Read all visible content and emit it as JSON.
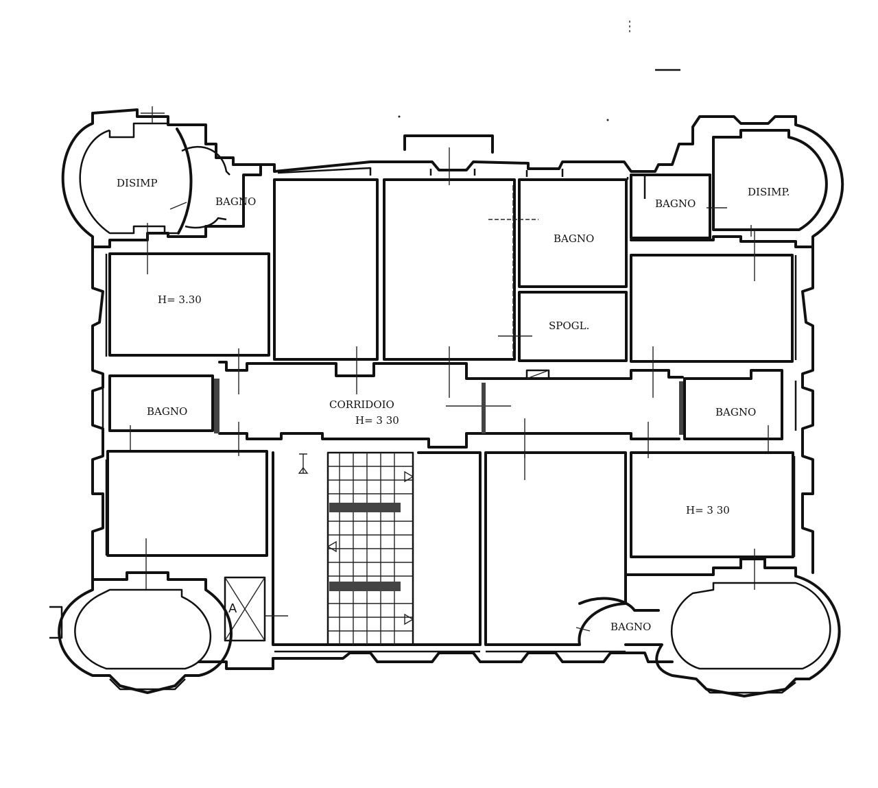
{
  "rooms": {
    "disimp_left": "DISIMP",
    "bagno_top_left": "BAGNO",
    "disimp_right": "DISIMP.",
    "bagno_top_right": "BAGNO",
    "bagno_center_top": "BAGNO",
    "spogl": "SPOGL.",
    "height_top_left": "H= 3.30",
    "bagno_mid_left": "BAGNO",
    "corridoio": "CORRIDOIO",
    "corridoio_height": "H= 3 30",
    "bagno_mid_right": "BAGNO",
    "height_bottom_right": "H= 3 30",
    "bagno_bottom_right": "BAGNO"
  },
  "lift_marker": "A",
  "colors": {
    "ink": "#111111",
    "paper": "#ffffff"
  }
}
